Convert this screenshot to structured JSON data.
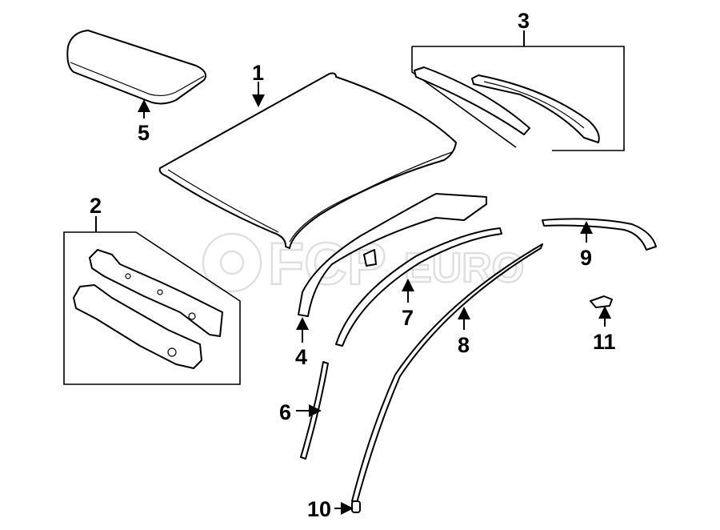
{
  "diagram": {
    "title": "Roof parts diagram",
    "callouts": [
      "1",
      "2",
      "3",
      "4",
      "5",
      "6",
      "7",
      "8",
      "9",
      "10",
      "11"
    ],
    "watermark": {
      "brand": "FCP",
      "suffix": "EURO"
    }
  }
}
